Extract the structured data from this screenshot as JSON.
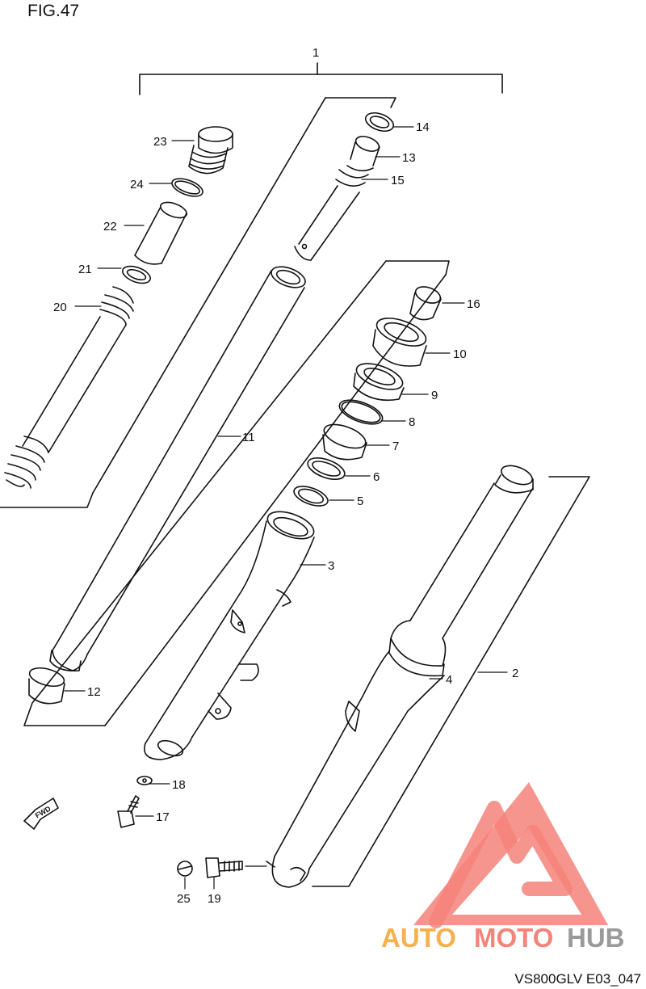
{
  "figure": {
    "title": "FIG.47",
    "drawing_code": "VS800GLV E03_047",
    "fwd_label": "FWD"
  },
  "watermark": {
    "text_auto": "AUTO",
    "text_moto": "MOTO",
    "text_hub": "HUB",
    "color_primary": "#f4837a",
    "color_text_auto": "#f6b04d",
    "color_text_hub": "#9a9a9a"
  },
  "parts": {
    "p1": "1",
    "p2": "2",
    "p3": "3",
    "p4": "4",
    "p5": "5",
    "p6": "6",
    "p7": "7",
    "p8": "8",
    "p9": "9",
    "p10": "10",
    "p11": "11",
    "p12": "12",
    "p13": "13",
    "p14": "14",
    "p15": "15",
    "p16": "16",
    "p17": "17",
    "p18": "18",
    "p19": "19",
    "p20": "20",
    "p21": "21",
    "p22": "22",
    "p23": "23",
    "p24": "24",
    "p25": "25"
  }
}
